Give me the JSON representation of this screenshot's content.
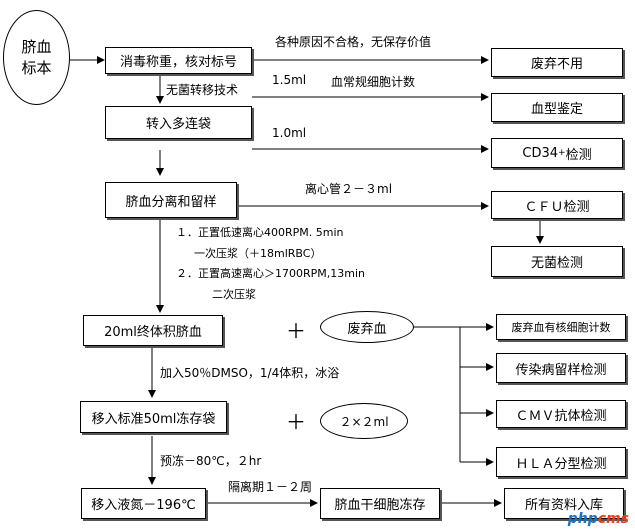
{
  "start": "脐血\n标本",
  "steps": {
    "s1": "消毒称重，核对标号",
    "s2": "转入多连袋",
    "s3": "脐血分离和留样",
    "s4": "20ml终体积脐血",
    "s5": "移入标准50ml冻存袋",
    "s6": "移入液氮－196℃",
    "s7": "脐血干细胞冻存",
    "s8": "所有资料入库"
  },
  "outputs": {
    "o1": "废弃不用",
    "o2": "血型鉴定",
    "o3_base": "CD34",
    "o3_sup": "+",
    "o3_tail": "检测",
    "o4": "ＣＦＵ检测",
    "o5": "无菌检测",
    "o6": "废弃血有核细胞计数",
    "o7": "传染病留样检测",
    "o8": "ＣＭＶ抗体检测",
    "o9": "ＨＬＡ分型检测"
  },
  "ovals": {
    "waste": "废弃血",
    "vials": "２×２ml"
  },
  "labels": {
    "l_reason": "各种原因不合格，无保存价值",
    "l_15ml": "1.5ml",
    "l_count": "血常规细胞计数",
    "l_sterile": "无菌转移技术",
    "l_10ml": "1.0ml",
    "l_tube": "离心管２－３ml",
    "l_c1": "１．正置低速离心400RPM. 5min",
    "l_c1b": "一次压浆（＋18mlRBC）",
    "l_c2": "２．正置高速离心＞1700RPM,13min",
    "l_c2b": "二次压浆",
    "l_dmso": "加入50％DMSO，1/4体积，冰浴",
    "l_prefreeze": "预冻－80℃，２hr",
    "l_quarantine": "隔离期１－２周"
  },
  "plus": "＋",
  "watermark": {
    "a": "php",
    "b": "cms"
  }
}
